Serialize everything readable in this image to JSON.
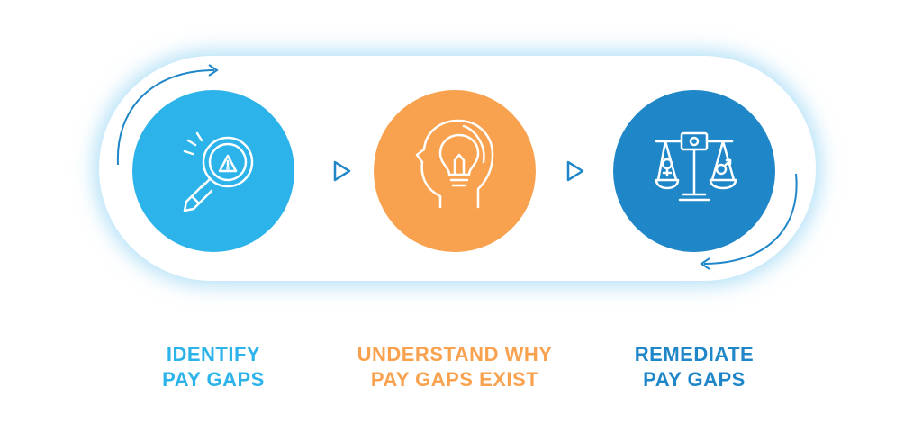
{
  "steps": [
    {
      "line1": "IDENTIFY",
      "line2": "PAY GAPS",
      "color": "#2cb3ea",
      "icon": "magnifier-warning-icon"
    },
    {
      "line1": "UNDERSTAND WHY",
      "line2": "PAY GAPS EXIST",
      "color": "#f8a24f",
      "icon": "head-lightbulb-icon"
    },
    {
      "line1": "REMEDIATE",
      "line2": "PAY GAPS",
      "color": "#1f86c8",
      "icon": "balance-scale-icon"
    }
  ],
  "connector_color": "#1f86c8"
}
